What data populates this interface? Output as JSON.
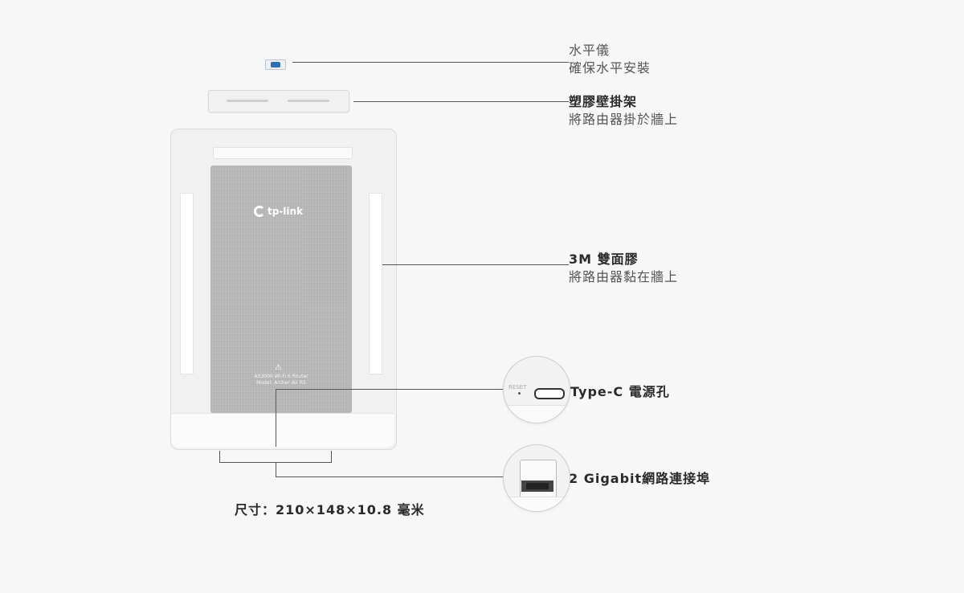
{
  "callouts": {
    "level": {
      "title": "水平儀",
      "subtitle": "確保水平安裝"
    },
    "bracket": {
      "title": "塑膠壁掛架",
      "subtitle": "將路由器掛於牆上"
    },
    "tape": {
      "title": "3M 雙面膠",
      "subtitle": "將路由器黏在牆上"
    },
    "typec": {
      "title": "Type-C 電源孔"
    },
    "lan": {
      "title": "2 Gigabit網路連接埠"
    }
  },
  "dimensions": {
    "label": "尺寸：210×148×10.8 毫米"
  },
  "device": {
    "brand": "tp-link",
    "warning_symbol": "⚠",
    "label_line1": "AX3000 Wi-Fi 6 Router",
    "label_line2": "Model: Archer Air R5",
    "reset_label": "RESET"
  },
  "colors": {
    "background": "#f7f7f7",
    "fabric": "#b8b8b8",
    "level_vial": "#2d6fb3",
    "leader_line": "#555555"
  }
}
